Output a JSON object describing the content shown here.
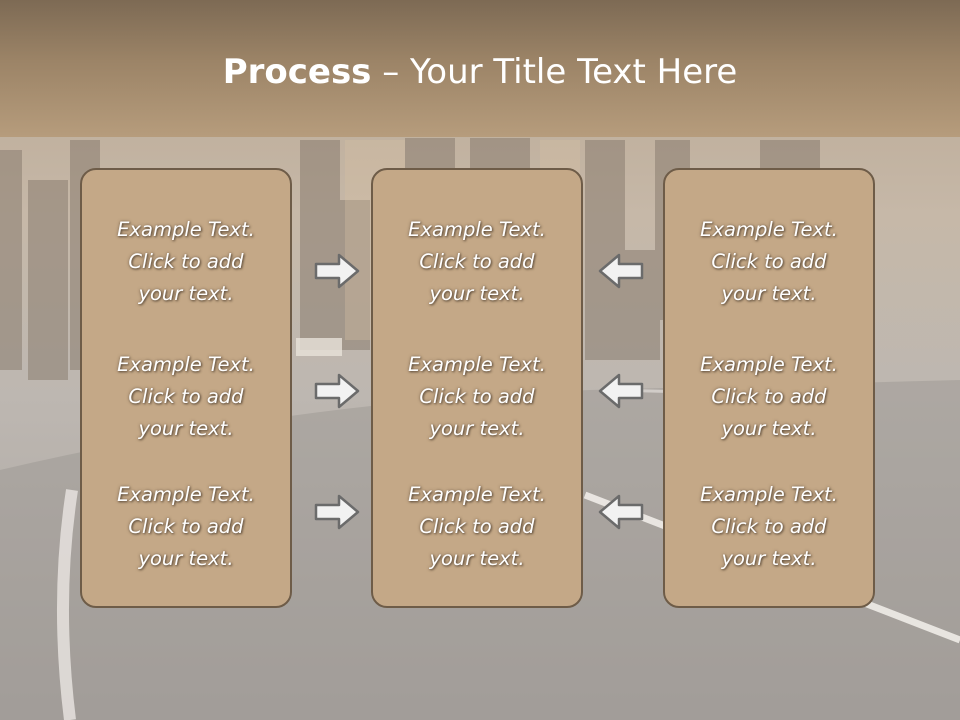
{
  "slide": {
    "title_bold": "Process",
    "title_rest": " – Your Title Text Here"
  },
  "panels": [
    {
      "items": [
        {
          "line1": "Example Text.",
          "line2": "Click  to add",
          "line3": "your text."
        },
        {
          "line1": "Example Text.",
          "line2": "Click  to add",
          "line3": "your text."
        },
        {
          "line1": "Example Text.",
          "line2": "Click  to add",
          "line3": "your text."
        }
      ]
    },
    {
      "items": [
        {
          "line1": "Example Text.",
          "line2": "Click  to add",
          "line3": "your text."
        },
        {
          "line1": "Example Text.",
          "line2": "Click  to add",
          "line3": "your text."
        },
        {
          "line1": "Example Text.",
          "line2": "Click  to add",
          "line3": "your text."
        }
      ]
    },
    {
      "items": [
        {
          "line1": "Example Text.",
          "line2": "Click  to add",
          "line3": "your text."
        },
        {
          "line1": "Example Text.",
          "line2": "Click  to add",
          "line3": "your text."
        },
        {
          "line1": "Example Text.",
          "line2": "Click  to add",
          "line3": "your text."
        }
      ]
    }
  ],
  "arrows": {
    "left_column": [
      "right-arrow-icon",
      "right-arrow-icon",
      "right-arrow-icon"
    ],
    "right_column": [
      "left-arrow-icon",
      "left-arrow-icon",
      "left-arrow-icon"
    ]
  },
  "colors": {
    "header": "#9c8467",
    "panel_fill": "#c4a887",
    "panel_border": "#6e5c48",
    "text": "#ffffff"
  }
}
